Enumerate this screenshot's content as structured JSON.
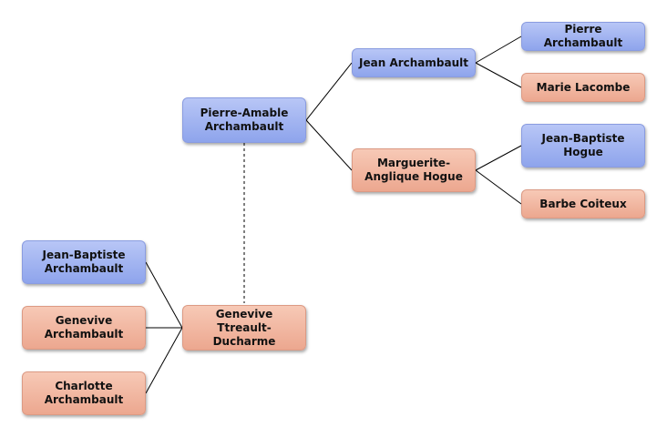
{
  "colors": {
    "male": "#9bb0f0",
    "female": "#f2b5a0",
    "line": "#000000"
  },
  "people": {
    "pierre_amable": "Pierre-Amable\nArchambault",
    "jean": "Jean Archambault",
    "marguerite": "Marguerite-\nAnglique Hogue",
    "pierre": "Pierre Archambault",
    "marie": "Marie Lacombe",
    "jean_baptiste_hogue": "Jean-Baptiste\nHogue",
    "barbe": "Barbe Coiteux",
    "genevive_ttreault": "Genevive Ttreault-\nDucharme",
    "jean_baptiste_arch": "Jean-Baptiste\nArchambault",
    "genevive_arch": "Genevive\nArchambault",
    "charlotte": "Charlotte\nArchambault"
  }
}
